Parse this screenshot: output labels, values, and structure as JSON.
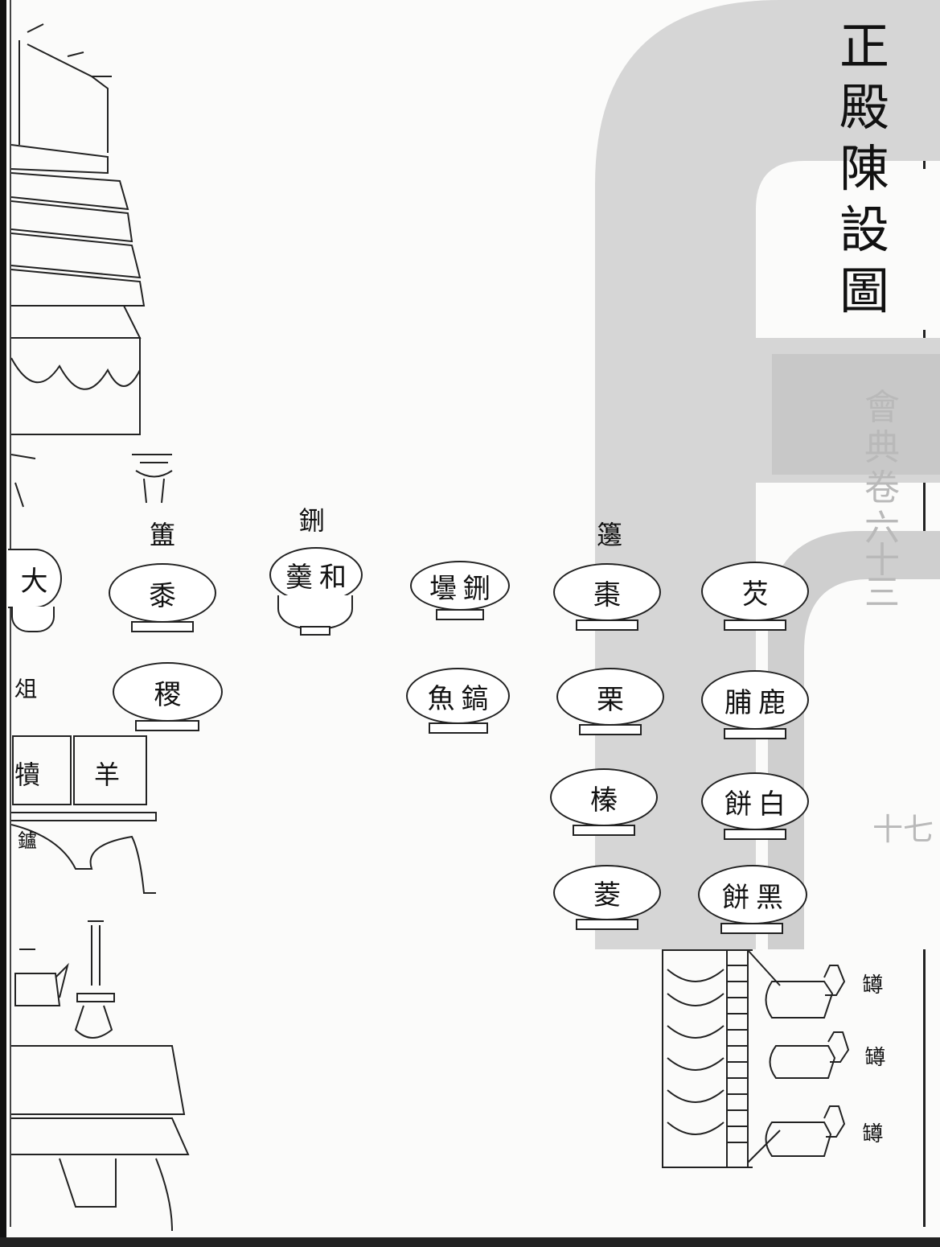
{
  "title": [
    "正",
    "殿",
    "陳",
    "設",
    "圖"
  ],
  "margin_text": [
    "會",
    "典",
    "卷",
    "六",
    "十",
    "三"
  ],
  "folio": "十七",
  "group_labels": {
    "gui": "簠",
    "xing": "鉶",
    "bian": "籩"
  },
  "vessels": {
    "da": [
      "大"
    ],
    "shu": [
      "黍"
    ],
    "ji": [
      "稷"
    ],
    "xing_he": [
      "羹",
      "和"
    ],
    "xing_tan": [
      "壜",
      "鉶"
    ],
    "gao_yu": [
      "魚",
      "鎬"
    ],
    "zao": [
      "棗"
    ],
    "li": [
      "栗"
    ],
    "zhen": [
      "榛"
    ],
    "ling": [
      "菱"
    ],
    "qian": [
      "芡"
    ],
    "lu_fu": [
      "脯",
      "鹿"
    ],
    "bai_bing": [
      "餅",
      "白"
    ],
    "hei_bing": [
      "餅",
      "黑"
    ]
  },
  "zu_label": "俎",
  "boxes": {
    "du": "犢",
    "yang": "羊"
  },
  "stand_label": "鑪",
  "zun_labels": [
    "罇",
    "罇",
    "罇"
  ],
  "colors": {
    "ink": "#111111",
    "paper": "#fbfbfa",
    "watermark": "#d4d4d4"
  }
}
